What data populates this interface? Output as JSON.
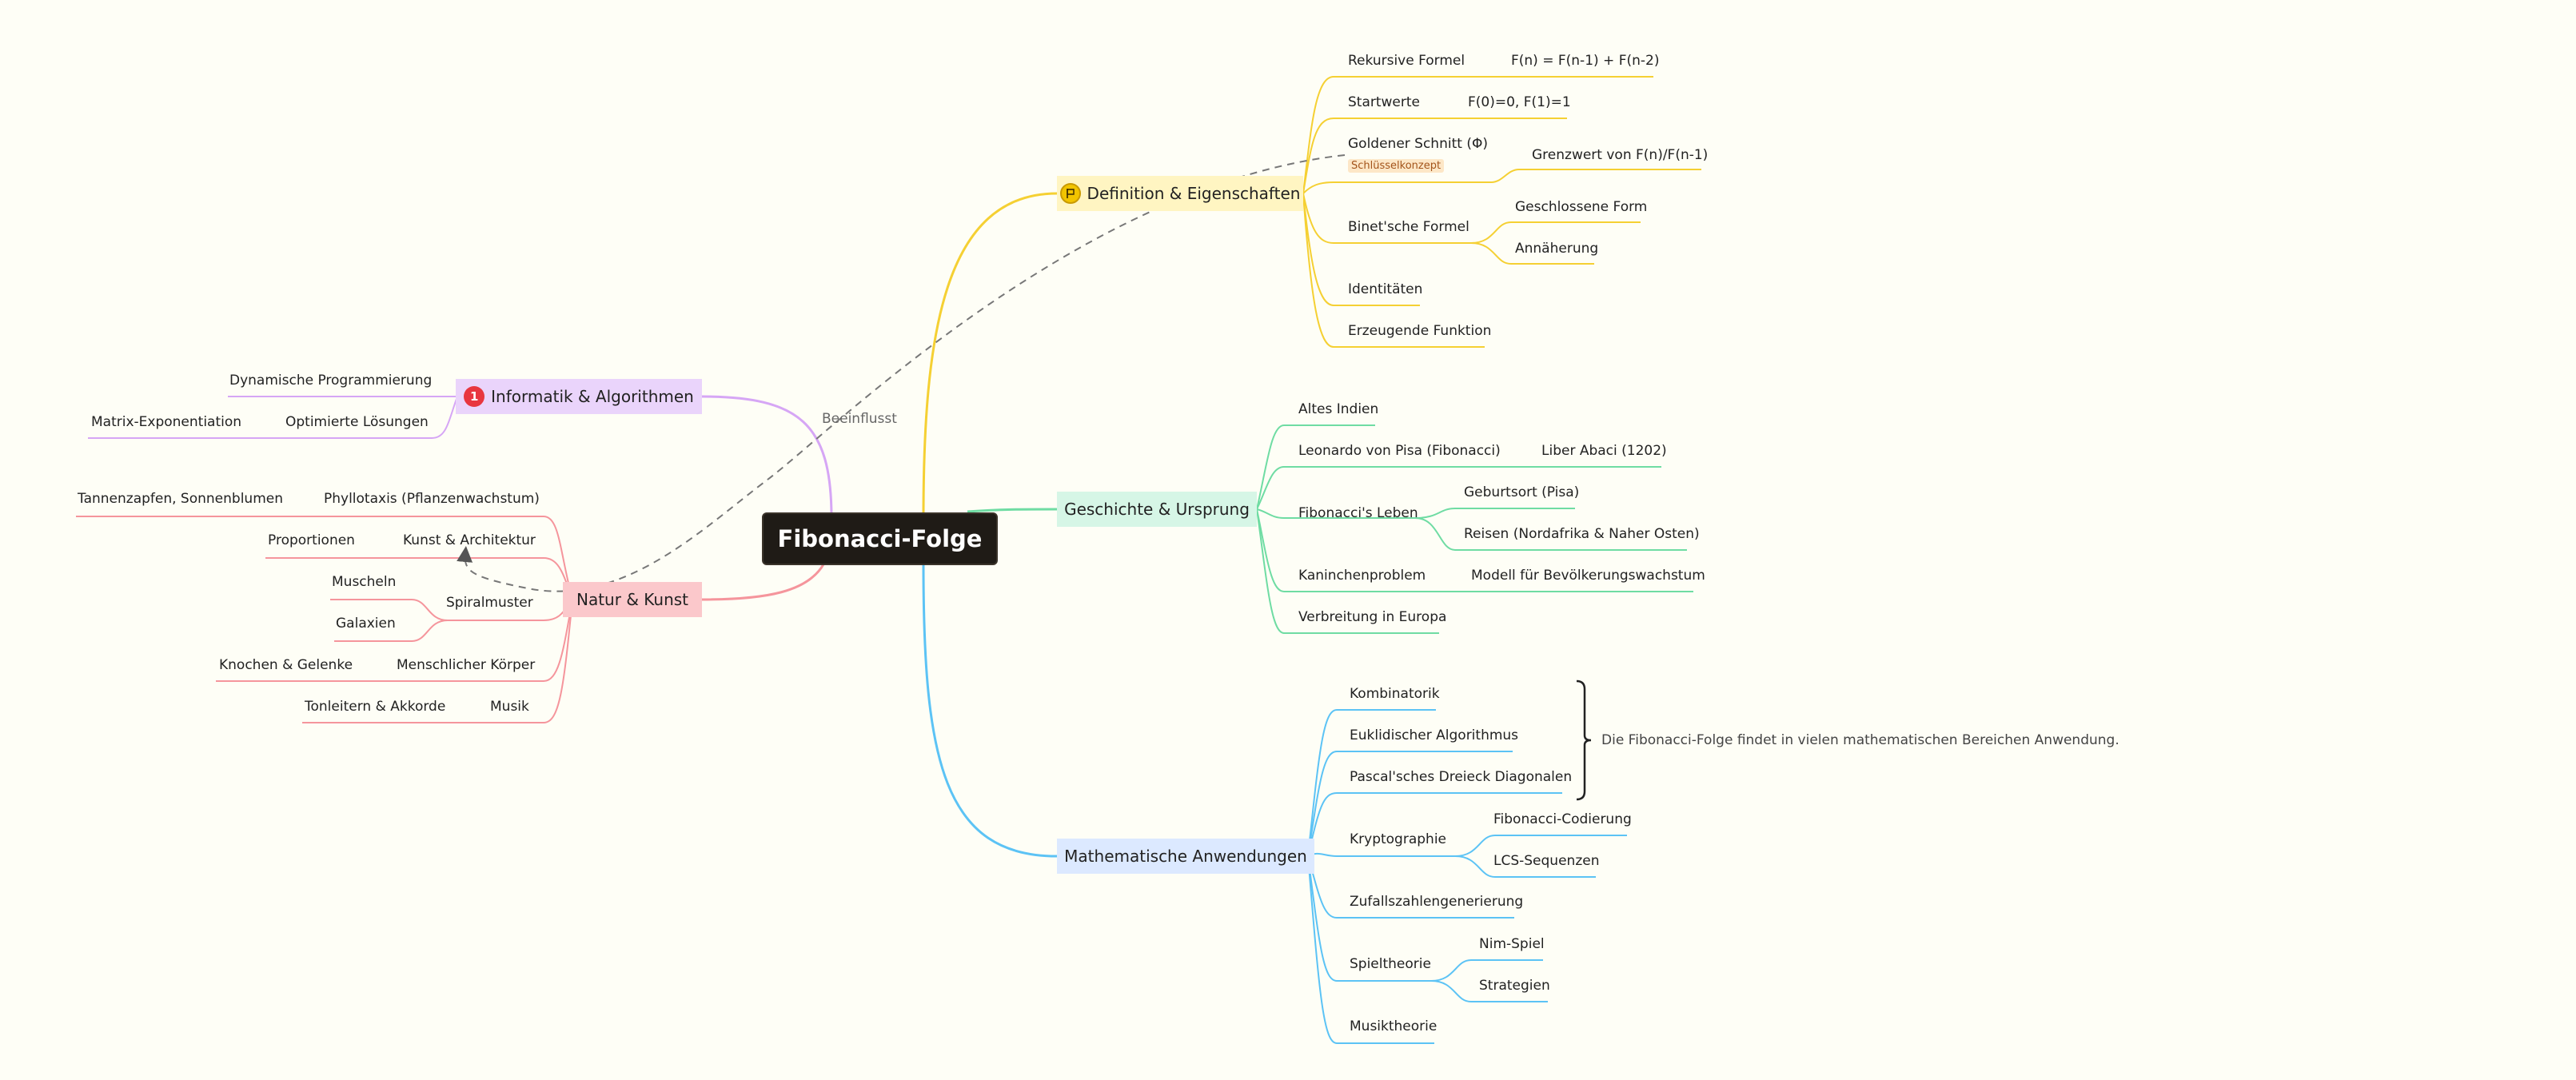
{
  "root": {
    "label": "Fibonacci-Folge"
  },
  "branches": {
    "definition": {
      "label": "Definition & Eigenschaften",
      "icon": "flag-icon",
      "color": "#f5d033",
      "fill": "#fff5c2",
      "items": {
        "rekursiv": {
          "label": "Rekursive Formel",
          "child": "F(n) = F(n-1) + F(n-2)"
        },
        "startwerte": {
          "label": "Startwerte",
          "child": "F(0)=0, F(1)=1"
        },
        "goldener": {
          "label": "Goldener Schnitt (Φ)",
          "tag": "Schlüsselkonzept",
          "child": "Grenzwert von F(n)/F(n-1)"
        },
        "binet": {
          "label": "Binet'sche Formel",
          "children": [
            "Geschlossene Form",
            "Annäherung"
          ]
        },
        "identitaeten": {
          "label": "Identitäten"
        },
        "erzeugende": {
          "label": "Erzeugende Funktion"
        }
      }
    },
    "geschichte": {
      "label": "Geschichte & Ursprung",
      "color": "#6fdca3",
      "fill": "#d6f6e6",
      "items": {
        "indien": {
          "label": "Altes Indien"
        },
        "leonardo": {
          "label": "Leonardo von Pisa (Fibonacci)",
          "child": "Liber Abaci (1202)"
        },
        "leben": {
          "label": "Fibonacci's Leben",
          "children": [
            "Geburtsort (Pisa)",
            "Reisen (Nordafrika & Naher Osten)"
          ]
        },
        "kaninchen": {
          "label": "Kaninchenproblem",
          "child": "Modell für Bevölkerungswachstum"
        },
        "verbreitung": {
          "label": "Verbreitung in Europa"
        }
      }
    },
    "mathe": {
      "label": "Mathematische Anwendungen",
      "color": "#5cc3f5",
      "fill": "#dce9ff",
      "items": {
        "kombinatorik": {
          "label": "Kombinatorik"
        },
        "euklid": {
          "label": "Euklidischer Algorithmus"
        },
        "pascal": {
          "label": "Pascal'sches Dreieck Diagonalen"
        },
        "krypto": {
          "label": "Kryptographie",
          "children": [
            "Fibonacci-Codierung",
            "LCS-Sequenzen"
          ]
        },
        "zufall": {
          "label": "Zufallszahlengenerierung"
        },
        "spiel": {
          "label": "Spieltheorie",
          "children": [
            "Nim-Spiel",
            "Strategien"
          ]
        },
        "musik": {
          "label": "Musiktheorie"
        }
      },
      "summary": "Die Fibonacci-Folge findet in vielen mathematischen Bereichen Anwendung."
    },
    "informatik": {
      "label": "Informatik & Algorithmen",
      "badge": "1",
      "color": "#d6a6f5",
      "fill": "#ead4fb",
      "items": {
        "dyn": {
          "label": "Dynamische Programmierung"
        },
        "opt": {
          "label": "Optimierte Lösungen",
          "child": "Matrix-Exponentiation"
        }
      }
    },
    "natur": {
      "label": "Natur & Kunst",
      "color": "#f5959c",
      "fill": "#fbc8cb",
      "items": {
        "phyllo": {
          "label": "Phyllotaxis (Pflanzenwachstum)",
          "child": "Tannenzapfen, Sonnenblumen"
        },
        "kunst": {
          "label": "Kunst & Architektur",
          "child": "Proportionen"
        },
        "spiral": {
          "label": "Spiralmuster",
          "children": [
            "Muscheln",
            "Galaxien"
          ]
        },
        "koerper": {
          "label": "Menschlicher Körper",
          "child": "Knochen & Gelenke"
        },
        "musik": {
          "label": "Musik",
          "child": "Tonleitern & Akkorde"
        }
      }
    }
  },
  "relationship": {
    "label": "Beeinflusst"
  }
}
